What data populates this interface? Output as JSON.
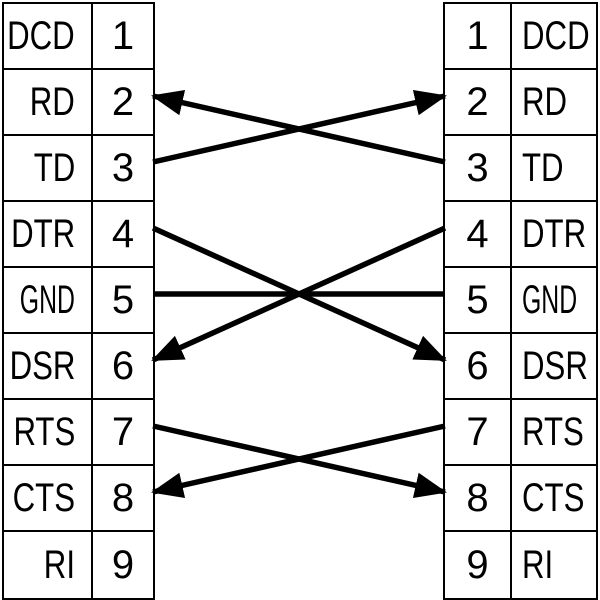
{
  "colors": {
    "foreground": "#000000",
    "background": "#ffffff"
  },
  "rows": [
    {
      "signal": "DCD",
      "pin": "1"
    },
    {
      "signal": "RD",
      "pin": "2"
    },
    {
      "signal": "TD",
      "pin": "3"
    },
    {
      "signal": "DTR",
      "pin": "4"
    },
    {
      "signal": "GND",
      "pin": "5"
    },
    {
      "signal": "DSR",
      "pin": "6"
    },
    {
      "signal": "RTS",
      "pin": "7"
    },
    {
      "signal": "CTS",
      "pin": "8"
    },
    {
      "signal": "RI",
      "pin": "9"
    }
  ],
  "connections": [
    {
      "from_side": "left",
      "from_pin": 3,
      "to_side": "right",
      "to_pin": 2,
      "arrowhead": true
    },
    {
      "from_side": "right",
      "from_pin": 3,
      "to_side": "left",
      "to_pin": 2,
      "arrowhead": true
    },
    {
      "from_side": "left",
      "from_pin": 4,
      "to_side": "right",
      "to_pin": 6,
      "arrowhead": true
    },
    {
      "from_side": "right",
      "from_pin": 4,
      "to_side": "left",
      "to_pin": 6,
      "arrowhead": true
    },
    {
      "from_side": "left",
      "from_pin": 5,
      "to_side": "right",
      "to_pin": 5,
      "arrowhead": false
    },
    {
      "from_side": "left",
      "from_pin": 7,
      "to_side": "right",
      "to_pin": 8,
      "arrowhead": true
    },
    {
      "from_side": "right",
      "from_pin": 7,
      "to_side": "left",
      "to_pin": 8,
      "arrowhead": true
    }
  ]
}
